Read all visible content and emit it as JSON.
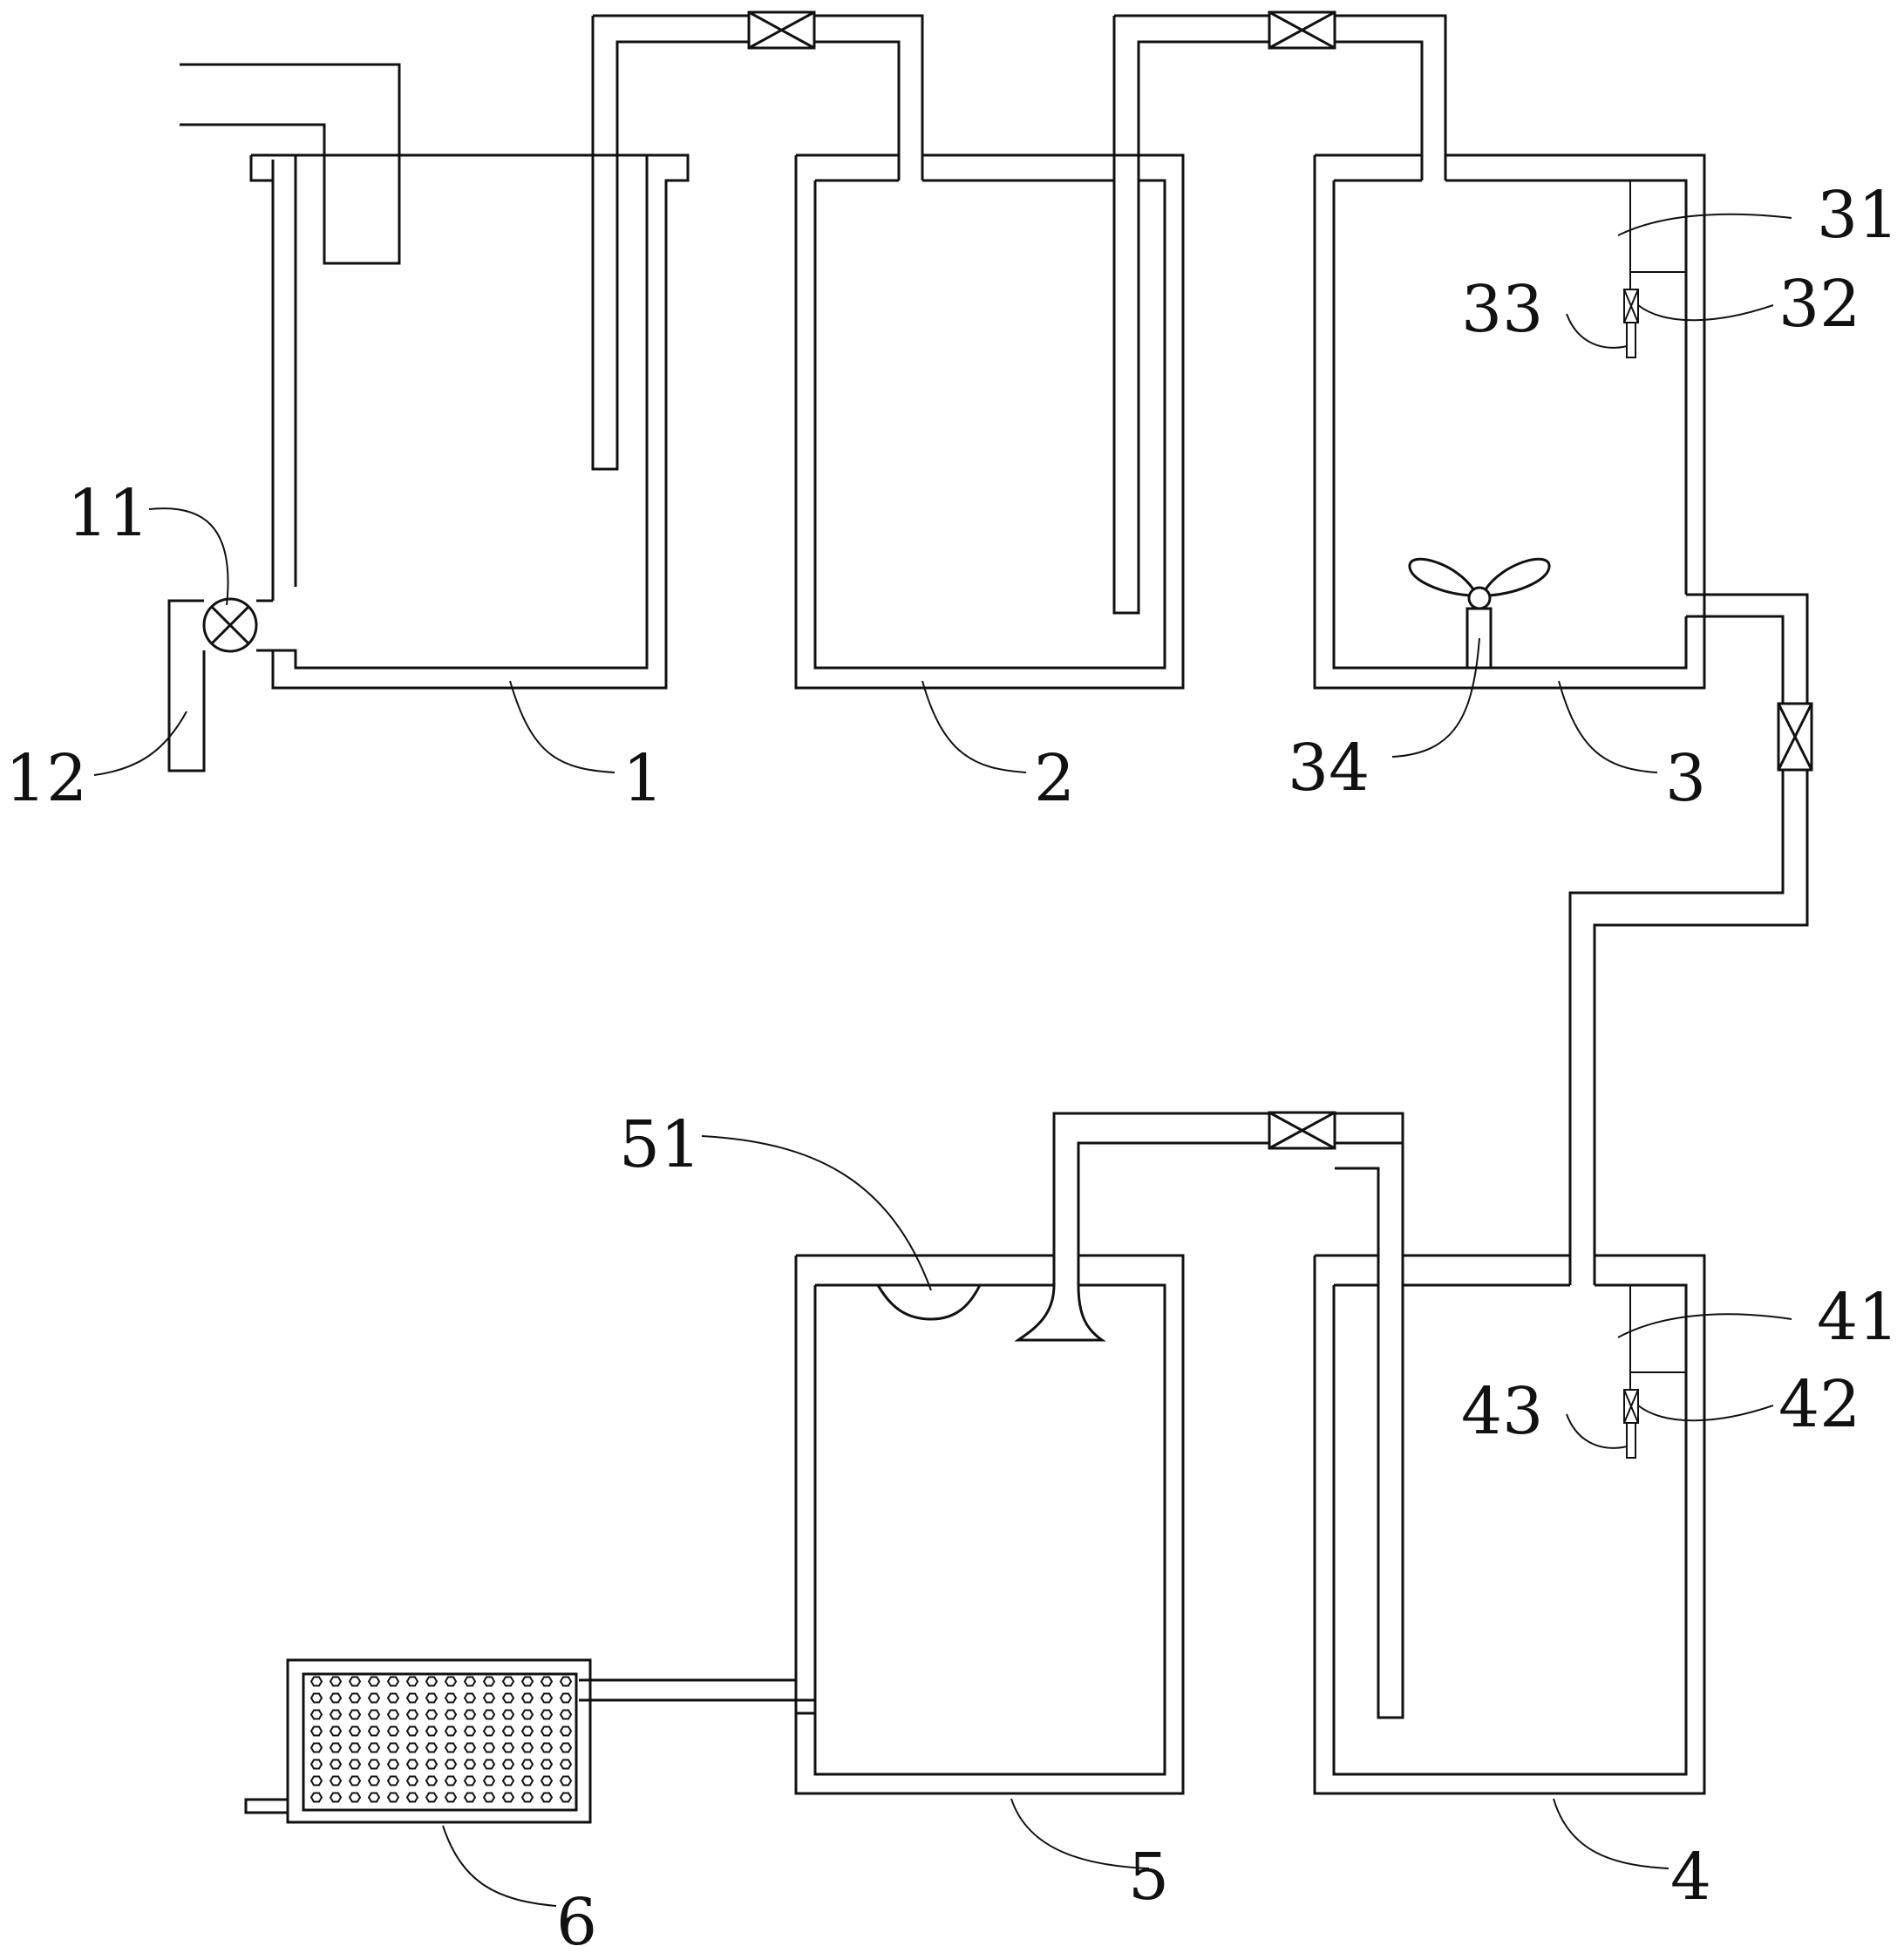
{
  "diagram": {
    "labels": {
      "tank_1": "1",
      "tank_2": "2",
      "tank_3": "3",
      "tank_4": "4",
      "tank_5": "5",
      "filter_6": "6",
      "pump_11": "11",
      "outlet_12": "12",
      "part_31": "31",
      "part_32": "32",
      "part_33": "33",
      "agitator_34": "34",
      "part_41": "41",
      "part_42": "42",
      "part_43": "43",
      "part_51": "51"
    }
  }
}
